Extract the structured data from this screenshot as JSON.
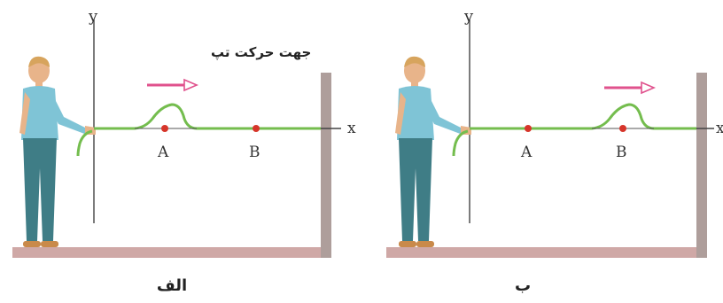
{
  "diagram": {
    "colors": {
      "rope": "#74bd4e",
      "point": "#d6352a",
      "arrow": "#e0528d",
      "floor": "#cfa8a6",
      "wall": "#ae9e9b",
      "axis": "#444444",
      "shirt": "#7fc4d6",
      "pants": "#3f7d86",
      "skin": "#e8b48a",
      "hair": "#d7a45d"
    },
    "panels": [
      {
        "id": "alef",
        "caption": "الف",
        "axis_y_label": "y",
        "axis_x_label": "x",
        "point_a_label": "A",
        "point_b_label": "B",
        "direction_label": "جهت حرکت تپ",
        "pulse_at": "A"
      },
      {
        "id": "be",
        "caption": "ب",
        "axis_y_label": "y",
        "axis_x_label": "x",
        "point_a_label": "A",
        "point_b_label": "B",
        "pulse_at": "B"
      }
    ]
  }
}
